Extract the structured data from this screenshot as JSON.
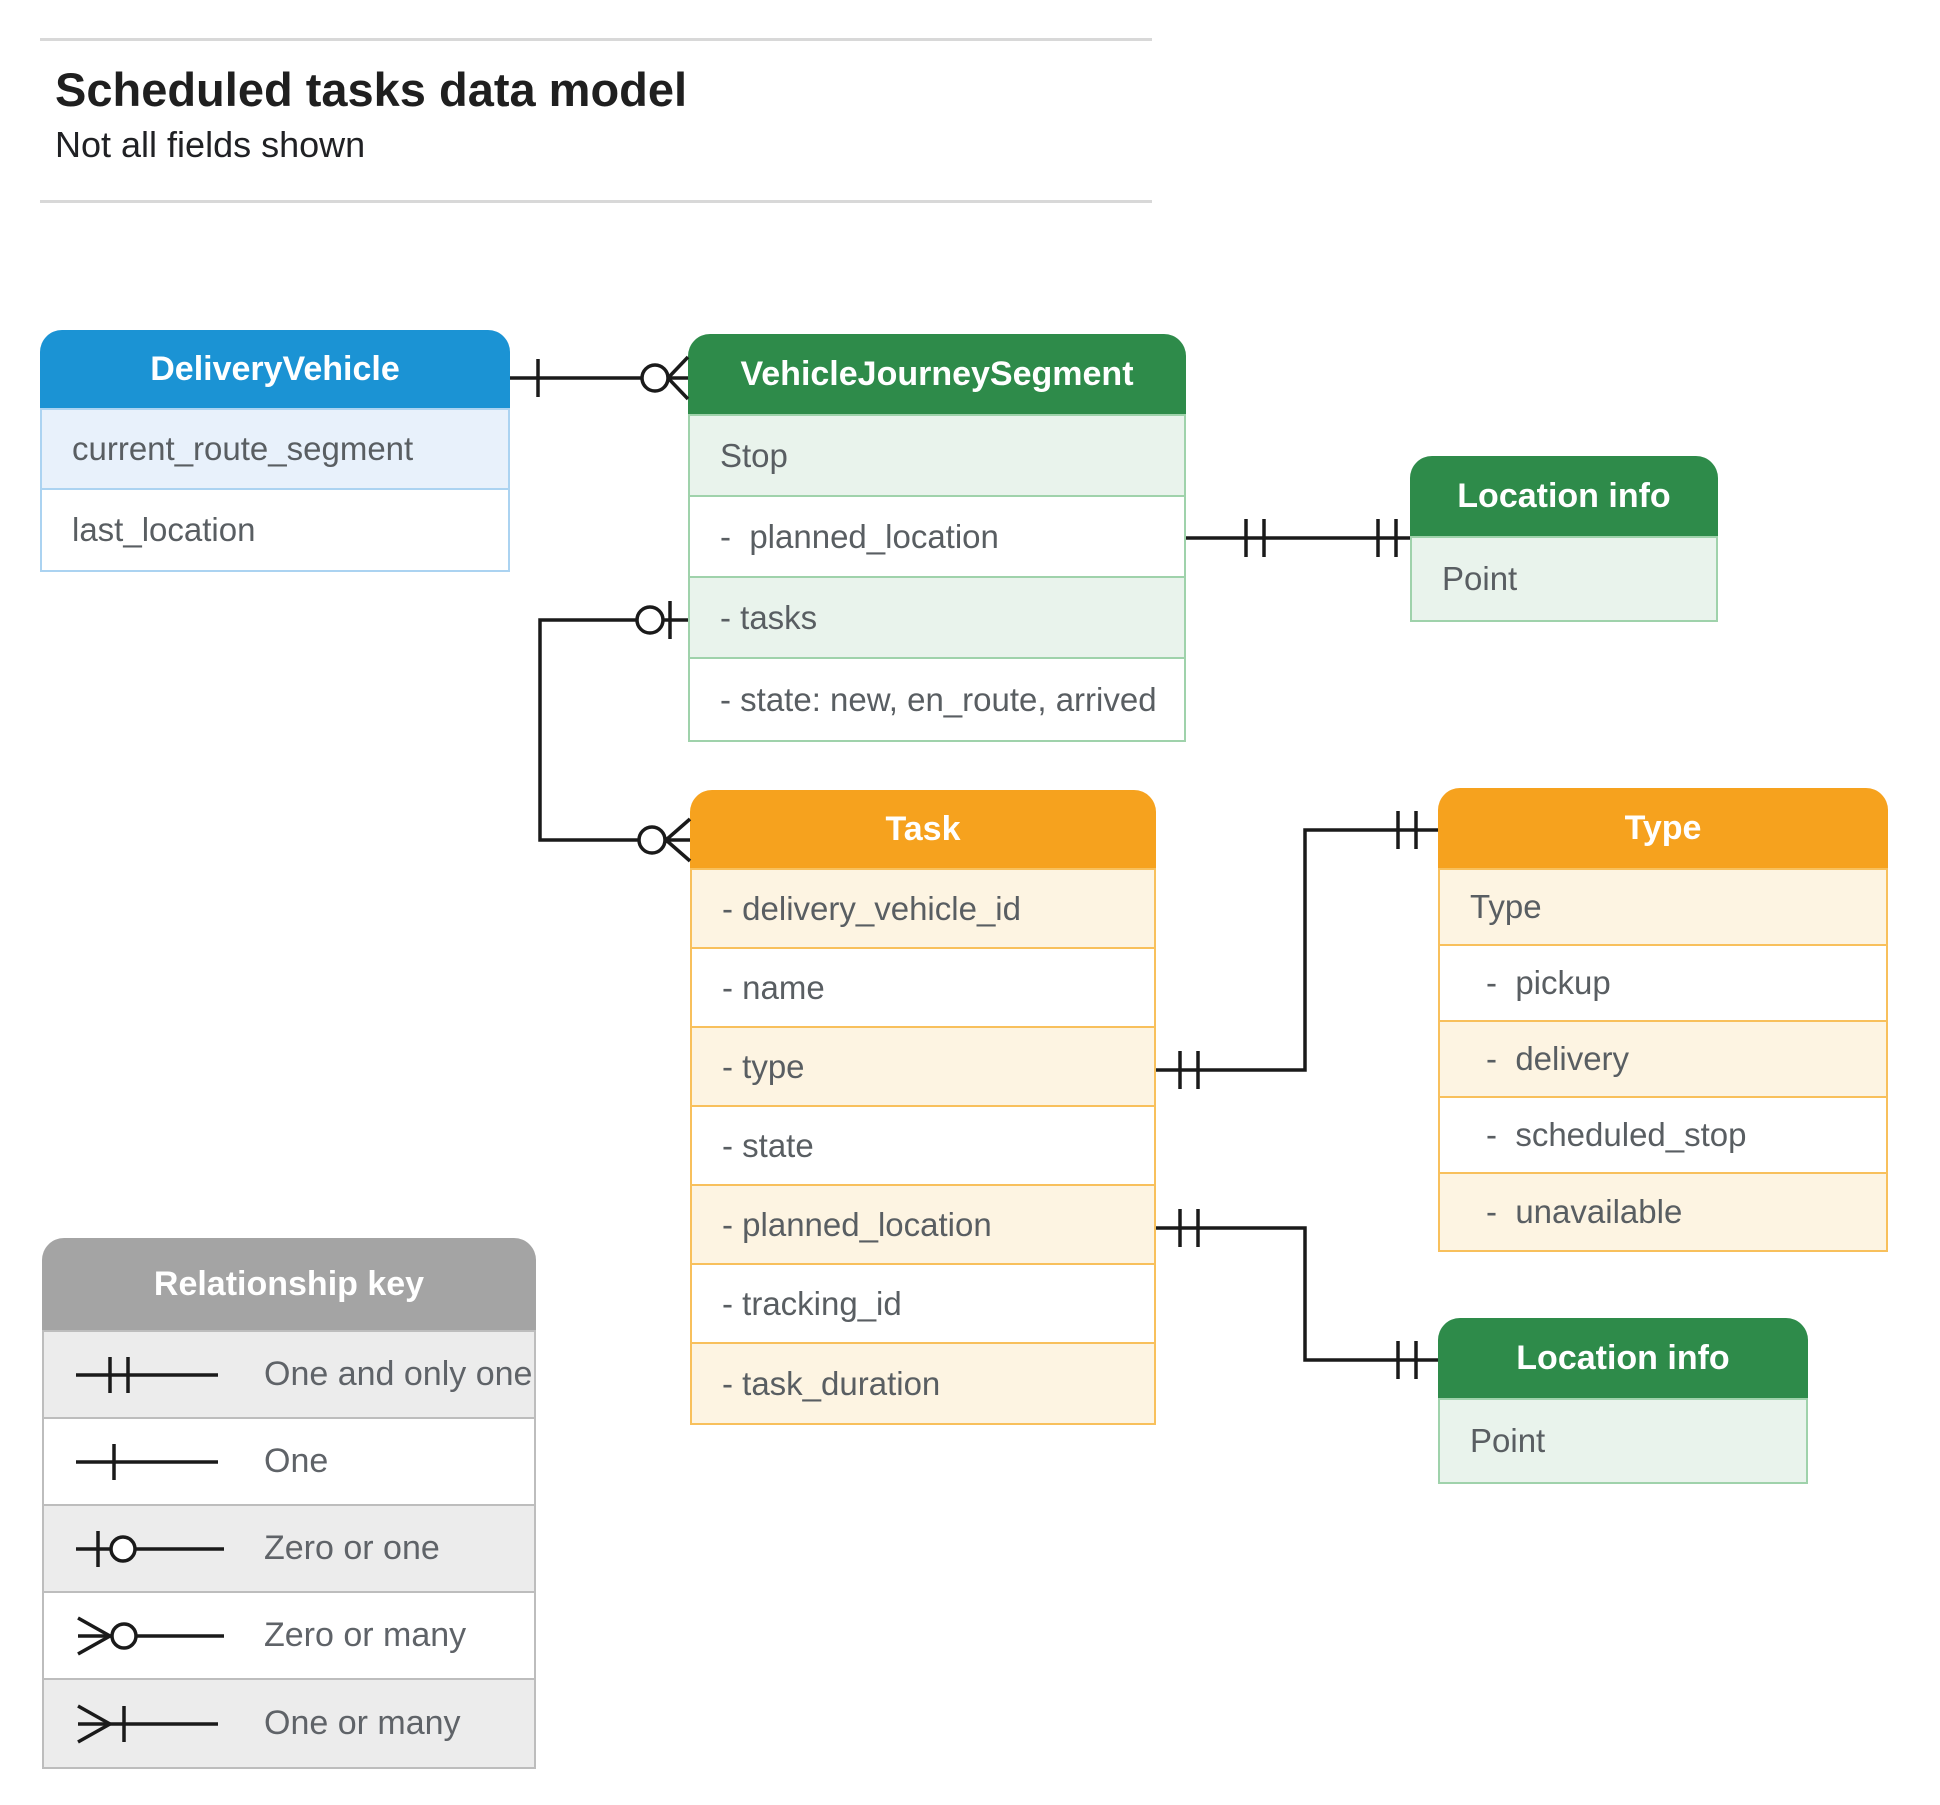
{
  "page": {
    "title": "Scheduled tasks data model",
    "subtitle": "Not all fields shown"
  },
  "colors": {
    "blue_header": "#1b93d4",
    "green_header": "#2e8b4a",
    "orange_header": "#f6a21e",
    "gray_header": "#a4a4a4",
    "connector": "#1a1a1a",
    "field_text": "#595e62"
  },
  "entities": {
    "delivery_vehicle": {
      "title": "DeliveryVehicle",
      "fields": [
        "current_route_segment",
        "last_location"
      ]
    },
    "vehicle_journey_segment": {
      "title": "VehicleJourneySegment",
      "fields": [
        "Stop",
        "-  planned_location",
        "- tasks",
        "- state: new, en_route, arrived"
      ]
    },
    "location_info_1": {
      "title": "Location info",
      "fields": [
        "Point"
      ]
    },
    "task": {
      "title": "Task",
      "fields": [
        "- delivery_vehicle_id",
        "- name",
        "- type",
        "- state",
        "- planned_location",
        "- tracking_id",
        "- task_duration"
      ]
    },
    "type": {
      "title": "Type",
      "fields": [
        "Type",
        "-  pickup",
        "-  delivery",
        "-  scheduled_stop",
        "-  unavailable"
      ]
    },
    "location_info_2": {
      "title": "Location info",
      "fields": [
        "Point"
      ]
    }
  },
  "legend": {
    "title": "Relationship key",
    "items": [
      {
        "symbol": "one-and-only-one",
        "label": "One and only one"
      },
      {
        "symbol": "one",
        "label": "One"
      },
      {
        "symbol": "zero-or-one",
        "label": "Zero or one"
      },
      {
        "symbol": "zero-or-many",
        "label": "Zero or many"
      },
      {
        "symbol": "one-or-many",
        "label": "One or many"
      }
    ]
  }
}
